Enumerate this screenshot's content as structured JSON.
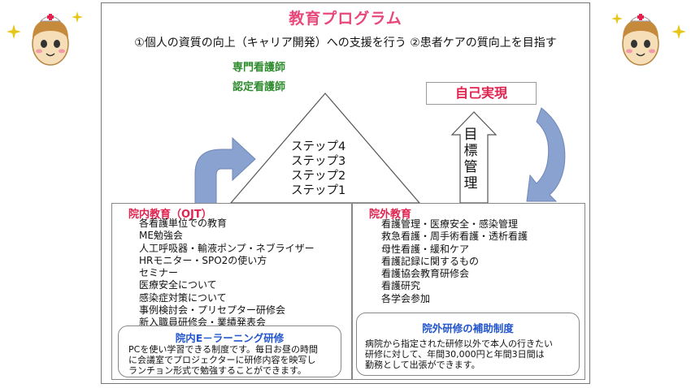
{
  "title": "教育プログラム",
  "subtitle": "①個人の資質の向上（キャリア開発）への支援を行う ②患者ケアの質向上を目指す",
  "specialists": [
    "専門看護師",
    "認定看護師"
  ],
  "steps": [
    "ステップ4",
    "ステップ3",
    "ステップ2",
    "ステップ1"
  ],
  "self_realization": "自己実現",
  "goal_management": "目標管理",
  "ojt": {
    "heading": "院内教育（OJT）",
    "items": [
      "各看護単位での教育",
      "ME勉強会",
      "人工呼吸器・輸液ポンプ・ネブライザー",
      "HRモニター・SPO2の使い方",
      "セミナー",
      "医療安全について",
      "感染症対策について",
      "事例検討会・プリセプター研修会",
      "新入職員研修会・業績発表会"
    ]
  },
  "external": {
    "heading": "院外教育",
    "items": [
      "看護管理・医療安全・感染管理",
      "救急看護・周手術看護・透析看護",
      "母性看護・緩和ケア",
      "看護記録に関するもの",
      "看護協会教育研修会",
      "看護研究",
      "各学会参加"
    ]
  },
  "elearning": {
    "heading": "院内E－ラーニング研修",
    "lines": [
      "PCを使い学習できる制度です。毎日お昼の時間",
      "に会議室でプロジェクターに研修内容を映写し",
      "ランチョン形式で勉強することができます。"
    ]
  },
  "subsidy": {
    "heading": "院外研修の補助制度",
    "lines": [
      "病院から指定された研修以外で本人の行きたい",
      "研修に対して、年間30,000円と年間3日間は",
      "勤務として出張ができます。"
    ]
  },
  "colors": {
    "title_pink": "#e8477a",
    "heading_red": "#e0234f",
    "specialist_green": "#2e8b2e",
    "pill_blue": "#2255cc",
    "arrow_blue": "#8aa2cf",
    "mascot_hair": "#c68a3d",
    "sparkle": "#e6c619"
  },
  "icons": [
    "nurse-mascot-icon",
    "sparkle-icon",
    "curved-arrow-icon",
    "up-arrow-icon",
    "cycle-arrow-icon"
  ]
}
